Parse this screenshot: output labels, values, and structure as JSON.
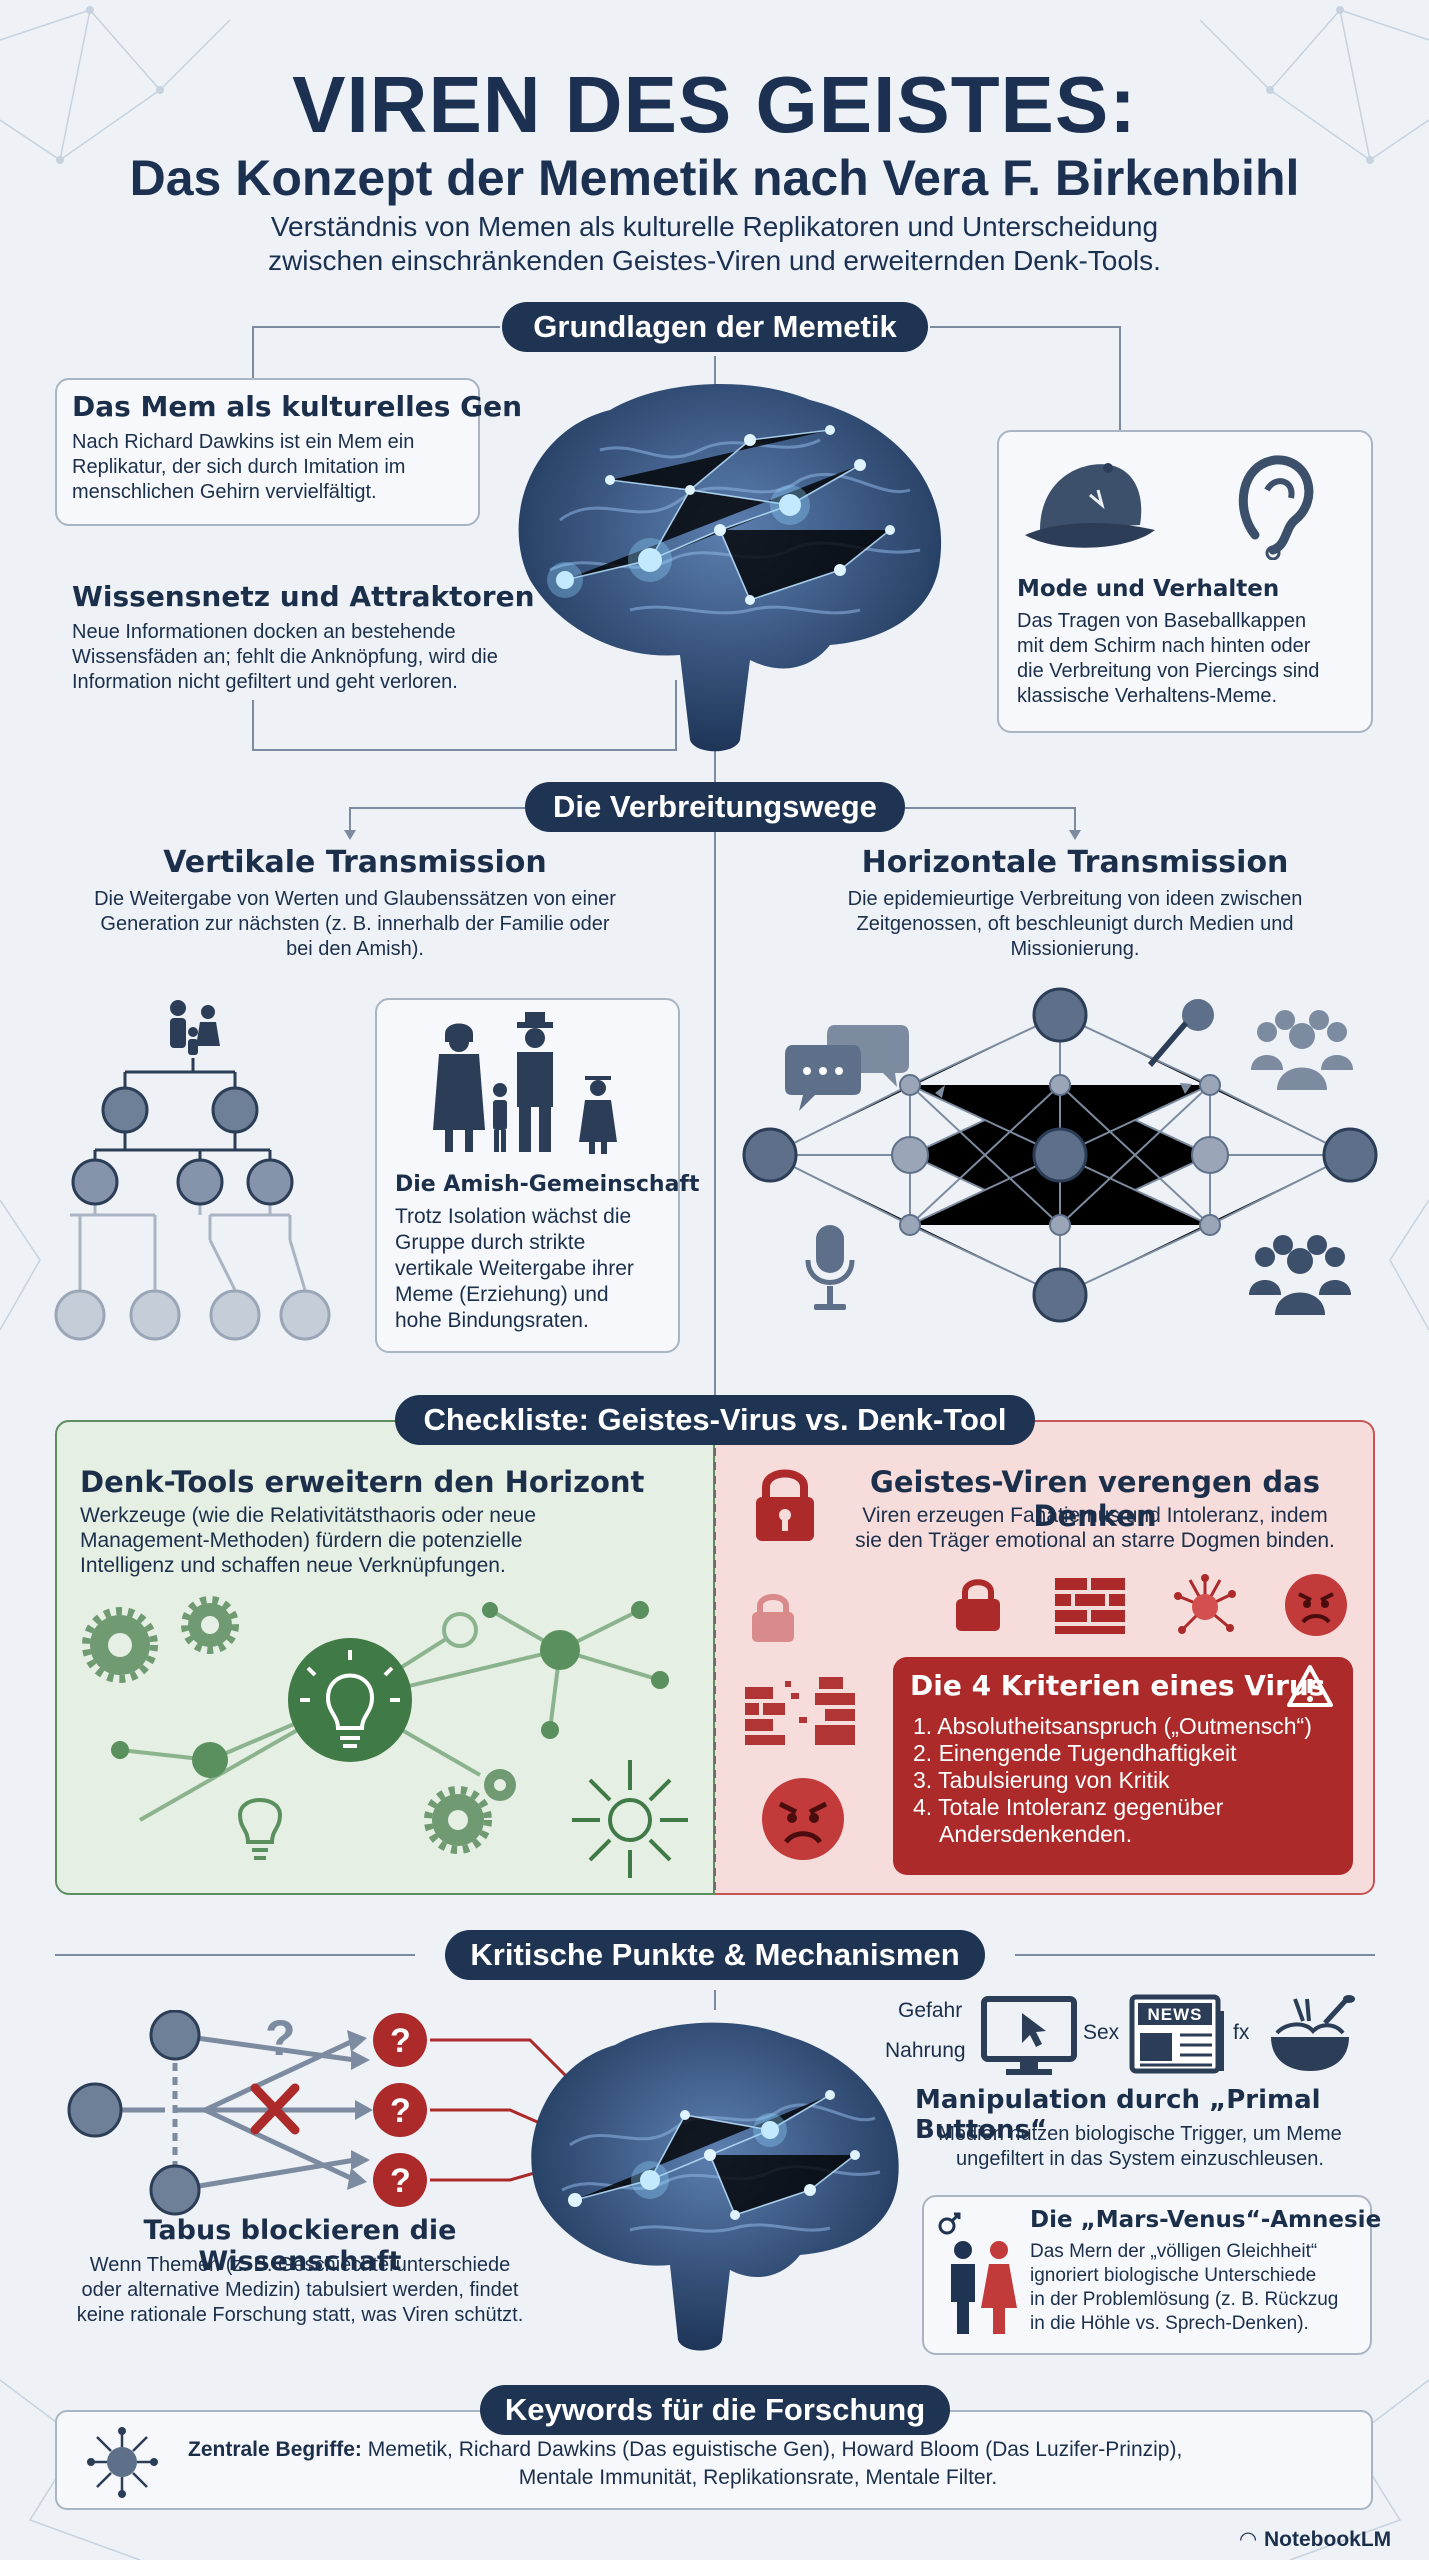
{
  "header": {
    "title": "VIREN DES GEISTES:",
    "subtitle": "Das Konzept der Memetik nach Vera F. Birkenbihl",
    "intro_line1": "Verständnis von Memen als kulturelle Replikatoren und Unterscheidung",
    "intro_line2": "zwischen einschränkenden Geistes-Viren und erweiternden Denk-Tools."
  },
  "section1": {
    "label": "Grundlagen der Memetik",
    "mem": {
      "title": "Das Mem als kulturelles Gen",
      "lines": [
        "Nach Richard Dawkins ist ein Mem ein",
        "Replikatur, der sich durch Imitation im",
        "menschlichen Gehirn vervielfältigt."
      ]
    },
    "wissen": {
      "title": "Wissensnetz und Attraktoren",
      "lines": [
        "Neue Informationen docken an bestehende",
        "Wissensfäden an; fehlt die Anknöpfung, wird die",
        "Information nicht gefiltert und geht verloren."
      ]
    },
    "mode": {
      "title": "Mode und Verhalten",
      "lines": [
        "Das Tragen von Baseballkappen",
        "mit dem Schirm nach hinten oder",
        "die Verbreitung von Piercings sind",
        "klassische Verhaltens-Meme."
      ]
    }
  },
  "section2": {
    "label": "Die Verbreitungswege",
    "vertical": {
      "title": "Vertikale Transmission",
      "lines": [
        "Die Weitergabe von Werten und Glaubenssätzen von einer",
        "Generation zur nächsten (z. B. innerhalb der Familie oder",
        "bei den Amish)."
      ]
    },
    "horizontal": {
      "title": "Horizontale Transmission",
      "lines": [
        "Die epidemieurtige Verbreitung von ideen zwischen",
        "Zeitgenossen, oft beschleunigt durch Medien und",
        "Missionierung."
      ]
    },
    "amish": {
      "title": "Die Amish-Gemeinschaft",
      "lines": [
        "Trotz Isolation wächst die",
        "Gruppe durch strikte",
        "vertikale Weitergabe ihrer",
        "Meme (Erziehung) und",
        "hohe Bindungsraten."
      ]
    }
  },
  "section3": {
    "label": "Checkliste: Geistes-Virus vs. Denk-Tool",
    "tools": {
      "title": "Denk-Tools erweitern den Horizont",
      "lines": [
        "Werkzeuge (wie die Relativitätsthaoris oder neue",
        "Management-Methoden) fürdern die potenzielle",
        "Intelligenz und schaffen neue Verknüpfungen."
      ]
    },
    "viren": {
      "title": "Geistes-Viren verengen das Denken",
      "lines": [
        "Viren erzeugen Fanatiemus und Intoleranz, indem",
        "sie den Träger emotional an starre Dogmen binden."
      ]
    },
    "criteria": {
      "title": "Die 4 Kriterien eines Virus",
      "items": [
        "1. Absolutheitsanspruch („Outmensch“)",
        "2. Einengende Tugendhaftigkeit",
        "3. Tabulsierung von Kritik",
        "4. Totale Intoleranz gegenüber",
        "Andersdenkenden."
      ]
    }
  },
  "section4": {
    "label": "Kritische Punkte & Mechanismen",
    "tabus": {
      "title": "Tabus blockieren die Wissenschaft",
      "lines": [
        "Wenn Themen (z. B. Geschiechterunterschiede",
        "oder alternative Medizin) tabulsiert werden, findet",
        "keine rationale Forschung statt, was Viren schützt."
      ]
    },
    "primal": {
      "title": "Manipulation durch „Primal Buttons“",
      "lines": [
        "Medien nutzen biologische Trigger, um Meme",
        "ungefiltert in das System einzuschleusen."
      ],
      "labels": {
        "gefahr": "Gefahr",
        "nahrung": "Nahrung",
        "sex": "Sex",
        "news": "NEWS",
        "fx": "fx"
      }
    },
    "mars": {
      "title": "Die „Mars-Venus“-Amnesie",
      "lines": [
        "Das Mern der „völligen Gleichheit“",
        "ignoriert biologische Unterschiede",
        "in der Problemlösung (z. B. Rückzug",
        "in die Höhle vs. Sprech-Denken)."
      ]
    }
  },
  "section5": {
    "label": "Keywords für die Forschung",
    "prefix": "Zentrale Begriffe:",
    "line1": " Memetik, Richard Dawkins (Das eguistische Gen), Howard Bloom (Das Luzifer-Prinzip),",
    "line2": "Mentale Immunität, Replikationsrate, Mentale Filter."
  },
  "footer": {
    "brand": "NotebookLM"
  },
  "colors": {
    "navy": "#1f3352",
    "green": "#3f7a47",
    "red": "#ac2a2a",
    "glow": "#8fd3ff"
  }
}
